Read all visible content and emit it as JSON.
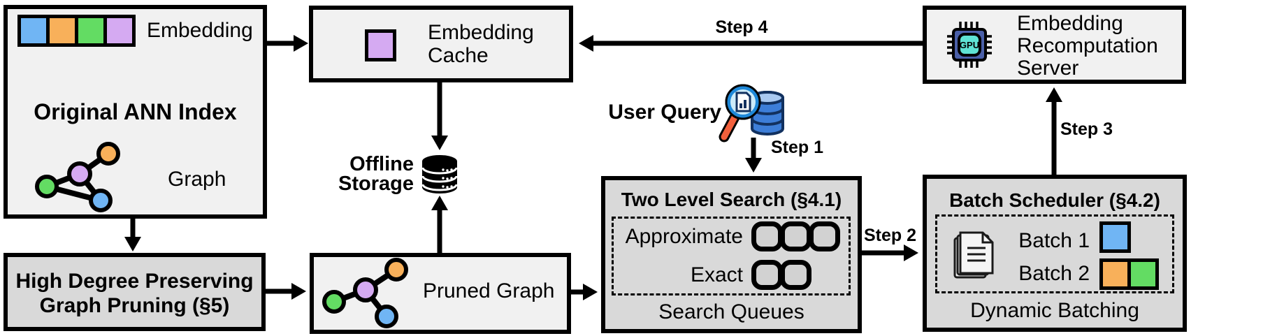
{
  "colors": {
    "blue": "#70b5f4",
    "orange": "#f8b05a",
    "green": "#63dc63",
    "purple": "#d5aaf2",
    "box_light": "#f1f1f1",
    "box_dark": "#d9d9d9",
    "queue_fill": "#d2d2d2",
    "chip_body": "#4a5fa8",
    "chip_core": "#5fe3d4",
    "db_blue": "#3d7ed8",
    "db_blue_light": "#a9c9f1",
    "db_outline": "#12315f",
    "lens_fill": "#cdecf9",
    "lens_ring": "#1e88d8",
    "handle_orange": "#f2603c"
  },
  "ann_index": {
    "embedding_label": "Embedding",
    "title": "Original ANN Index",
    "graph_label": "Graph"
  },
  "high_degree": {
    "line1": "High Degree Preserving",
    "line2": "Graph Pruning (§5)"
  },
  "embedding_cache": {
    "line1": "Embedding",
    "line2": "Cache"
  },
  "offline_storage": {
    "line1": "Offline",
    "line2": "Storage"
  },
  "pruned_graph": {
    "label": "Pruned Graph"
  },
  "user_query": {
    "label": "User Query"
  },
  "steps": {
    "s1": "Step 1",
    "s2": "Step 2",
    "s3": "Step 3",
    "s4": "Step 4"
  },
  "two_level_search": {
    "title": "Two Level Search (§4.1)",
    "approximate_label": "Approximate",
    "exact_label": "Exact",
    "caption": "Search Queues"
  },
  "batch_scheduler": {
    "title": "Batch Scheduler (§4.2)",
    "batch1_label": "Batch 1",
    "batch2_label": "Batch 2",
    "caption": "Dynamic Batching"
  },
  "recompute_server": {
    "line1": "Embedding",
    "line2": "Recomputation",
    "line3": "Server",
    "chip_label": "GPU"
  }
}
